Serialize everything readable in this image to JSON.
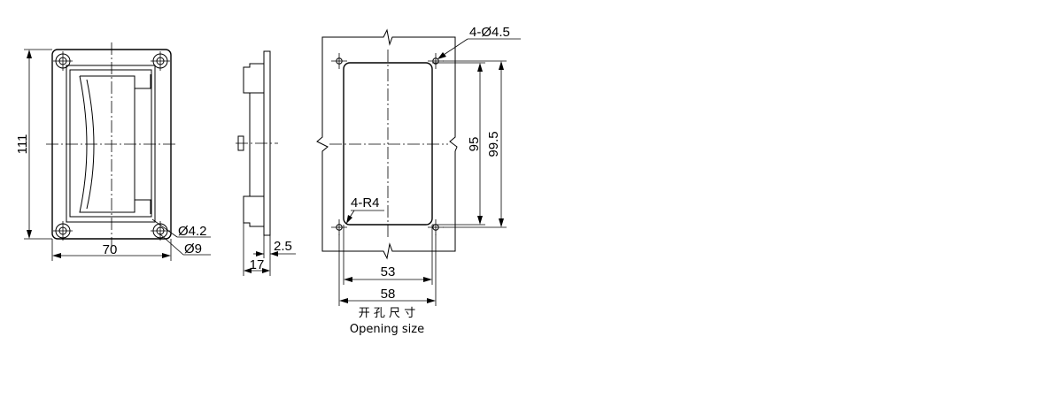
{
  "dimensions": {
    "height_total": "111",
    "width_total": "70",
    "hole_small": "Ø4.2",
    "hole_large": "Ø9",
    "depth": "17",
    "flange": "2.5",
    "cutout_holes": "4-Ø4.5",
    "corner_radius": "4-R4",
    "cutout_height": "95",
    "hole_spacing_v": "99.5",
    "cutout_width": "53",
    "hole_spacing_h": "58"
  },
  "caption": {
    "chinese": "开 孔 尺 寸",
    "english": "Opening size"
  }
}
